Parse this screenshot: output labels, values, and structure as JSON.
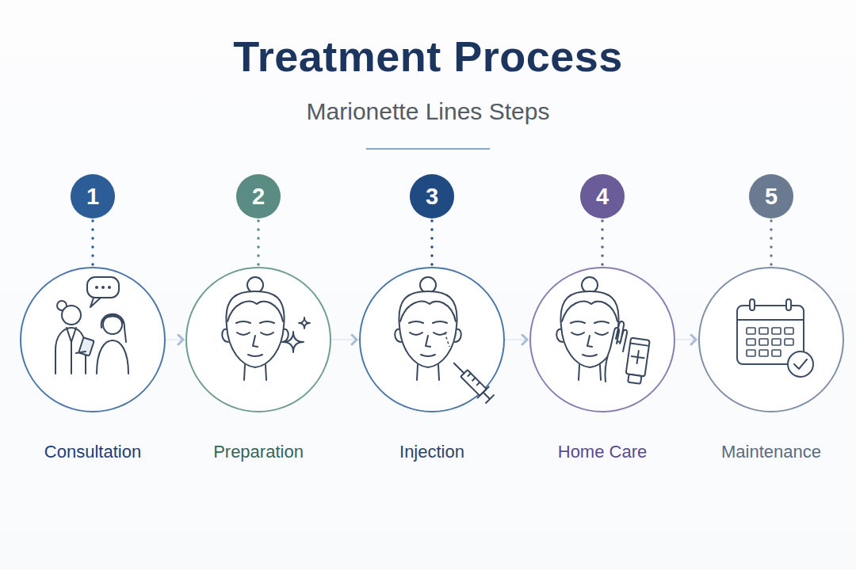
{
  "diagram": {
    "title": "Treatment Process",
    "nodes": [
      {
        "text": [
          "1"
        ]
      },
      {
        "text": [
          "Consultation"
        ]
      },
      {
        "text": [
          "2"
        ]
      },
      {
        "text": [
          "Preparation"
        ]
      },
      {
        "text": [
          "3"
        ]
      },
      {
        "text": [
          "Injection"
        ]
      },
      {
        "text": [
          "4"
        ]
      },
      {
        "text": [
          "Home Care"
        ]
      },
      {
        "text": [
          "5"
        ]
      },
      {
        "text": [
          "Maintenance"
        ]
      }
    ],
    "edges": [
      {
        "from": 0,
        "to": 1,
        "arrow": "none"
      },
      {
        "from": 2,
        "to": 3,
        "arrow": "none"
      },
      {
        "from": 4,
        "to": 5,
        "arrow": "none"
      },
      {
        "from": 6,
        "to": 7,
        "arrow": "none"
      },
      {
        "from": 8,
        "to": 9,
        "arrow": "none"
      },
      {
        "from": 1,
        "to": 3,
        "arrow": "to"
      },
      {
        "from": 3,
        "to": 5,
        "arrow": "to"
      },
      {
        "from": 5,
        "to": 7,
        "arrow": "to"
      },
      {
        "from": 7,
        "to": 9,
        "arrow": "to"
      }
    ],
    "labels": [
      "Marionette Lines Steps"
    ]
  }
}
